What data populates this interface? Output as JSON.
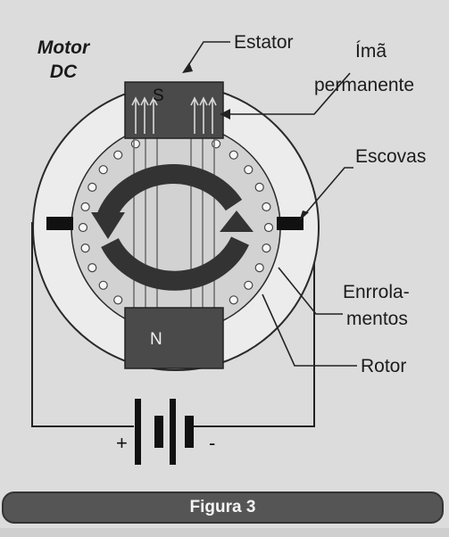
{
  "title": {
    "line1": "Motor",
    "line2": "DC"
  },
  "labels": {
    "estator": "Estator",
    "ima_line1": "Ímã",
    "ima_line2": "permanente",
    "escovas": "Escovas",
    "enrolamentos_line1": "Enrrola-",
    "enrolamentos_line2": "mentos",
    "rotor": "Rotor"
  },
  "poles": {
    "north": "N",
    "south": "S"
  },
  "battery": {
    "positive": "+",
    "negative": "-"
  },
  "caption": "Figura 3",
  "colors": {
    "background": "#dcdcdc",
    "magnet": "#4a4a4a",
    "rotation_arrows": "#333333",
    "stator_ring": "#ececec",
    "rotor": "#d2d2d2",
    "caption_bar": "#555555"
  }
}
